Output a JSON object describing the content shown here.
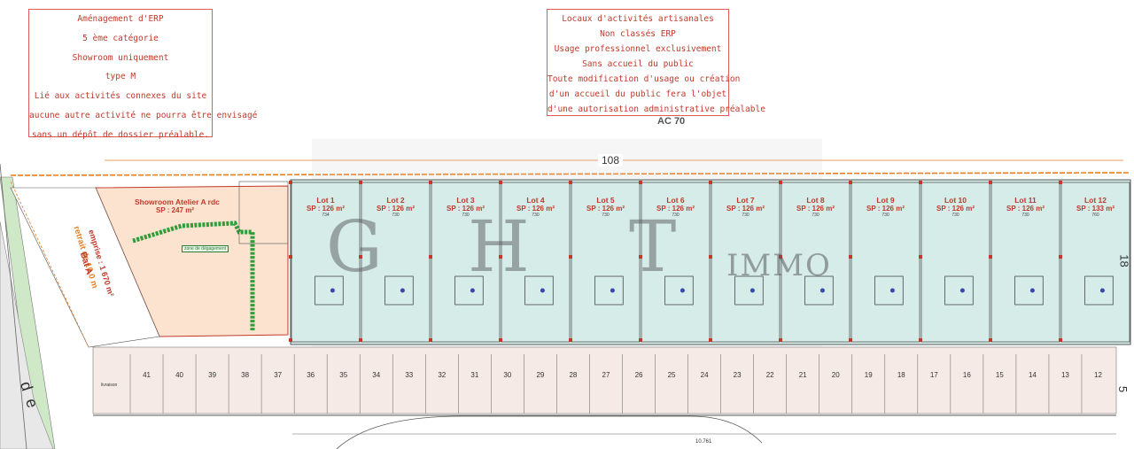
{
  "notes": {
    "left": [
      "Aménagement d'ERP",
      "5 ème catégorie",
      "Showroom uniquement",
      "type M",
      "Lié aux activités connexes du site",
      "aucune autre activité ne pourra être envisagé",
      "sans un dépôt de dossier préalable."
    ],
    "right": [
      "Locaux d'activités artisanales",
      "Non classés ERP",
      "Usage professionnel exclusivement",
      "Sans accueil du public",
      "Toute modification d'usage ou création",
      "d'un accueil du public fera l'objet",
      "d'une autorisation administrative préalable"
    ]
  },
  "labels": {
    "ac70": "AC 70",
    "dim_total": "108",
    "dim_depth": "18",
    "dim_parking": "5",
    "dim_road": "10.761",
    "showroom_title": "Showroom Atelier A rdc",
    "showroom_sp": "SP : 247 m²",
    "retrait": "retrait de 10,0 m",
    "bat": "Bat A",
    "emprise": "emprise : 1 670 m²",
    "street": "de",
    "livraison": "livraison",
    "degagement": "zone de dégagement",
    "watermark_g": "G",
    "watermark_h": "H",
    "watermark_t": "T",
    "watermark_immo": "IMMO"
  },
  "lots": [
    {
      "name": "Lot 1",
      "sp": "SP : 126 m²",
      "num": "734"
    },
    {
      "name": "Lot 2",
      "sp": "SP : 126 m²",
      "num": "730"
    },
    {
      "name": "Lot 3",
      "sp": "SP : 126 m²",
      "num": "730"
    },
    {
      "name": "Lot 4",
      "sp": "SP : 126 m²",
      "num": "730"
    },
    {
      "name": "Lot 5",
      "sp": "SP : 126 m²",
      "num": "730"
    },
    {
      "name": "Lot 6",
      "sp": "SP : 126 m²",
      "num": "730"
    },
    {
      "name": "Lot 7",
      "sp": "SP : 126 m²",
      "num": "730"
    },
    {
      "name": "Lot 8",
      "sp": "SP : 126 m²",
      "num": "730"
    },
    {
      "name": "Lot 9",
      "sp": "SP : 126 m²",
      "num": "730"
    },
    {
      "name": "Lot 10",
      "sp": "SP : 126 m²",
      "num": "730"
    },
    {
      "name": "Lot 11",
      "sp": "SP : 126 m²",
      "num": "730"
    },
    {
      "name": "Lot 12",
      "sp": "SP : 133 m²",
      "num": "760"
    }
  ],
  "parking_numbers": [
    "41",
    "40",
    "39",
    "38",
    "37",
    "36",
    "35",
    "34",
    "33",
    "32",
    "31",
    "30",
    "29",
    "28",
    "27",
    "26",
    "25",
    "24",
    "23",
    "22",
    "21",
    "20",
    "19",
    "18",
    "17",
    "16",
    "15",
    "14",
    "13",
    "12"
  ],
  "colors": {
    "note_border": "#e05a5a",
    "lot_fill": "#d5ece9",
    "showroom_fill": "#fbe3cf",
    "parking_fill": "#f6eae6",
    "outline_red": "#c0392b",
    "dim_orange": "#e67e22",
    "green_access": "#2e9d3a"
  }
}
